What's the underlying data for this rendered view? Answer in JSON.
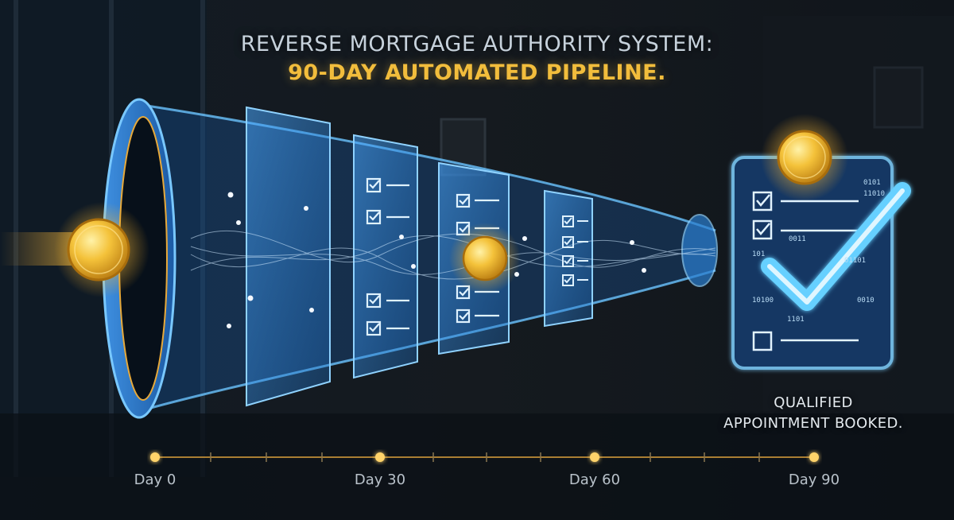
{
  "title": {
    "line1": "REVERSE MORTGAGE AUTHORITY SYSTEM:",
    "line2": "90-DAY AUTOMATED PIPELINE."
  },
  "outcome": {
    "line1": "QUALIFIED",
    "line2": "APPOINTMENT BOOKED."
  },
  "timeline": {
    "labels": [
      "Day 0",
      "Day 30",
      "Day 60",
      "Day 90"
    ]
  },
  "code_text": {
    "rows": [
      "0101",
      "11010",
      "0011",
      "101",
      "01101",
      "10100",
      "0010",
      "1101"
    ]
  },
  "colors": {
    "background": "#0c1218",
    "funnel_blue": "#5fb8ff",
    "gold": "#f2bd3c",
    "title_gray": "#c7d2dc",
    "label_white": "#e4eaef"
  }
}
